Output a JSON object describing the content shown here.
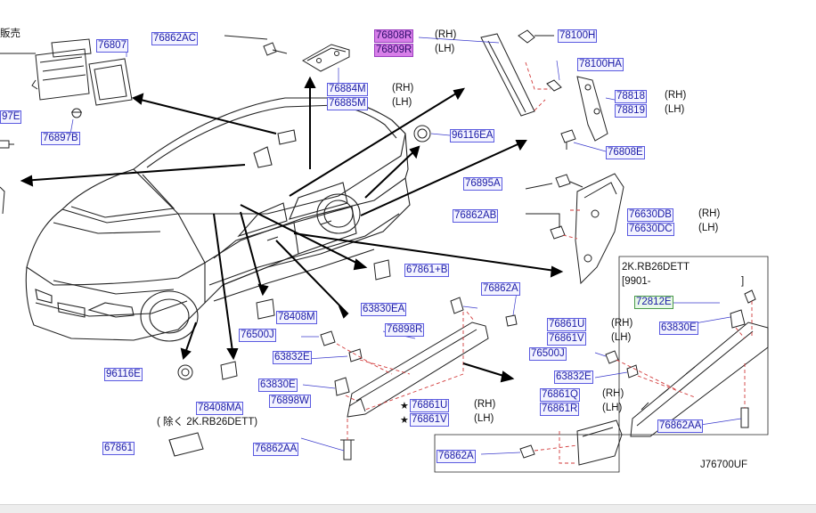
{
  "parts": {
    "p76807": "76807",
    "p76862AC": "76862AC",
    "p76808R": "76808R",
    "p76809R": "76809R",
    "p78100H": "78100H",
    "p78100HA": "78100HA",
    "p76884M": "76884M",
    "p76885M": "76885M",
    "p78818": "78818",
    "p78819": "78819",
    "p97E": "97E",
    "p76897B": "76897B",
    "p96116EA": "96116EA",
    "p76808E": "76808E",
    "p76895A": "76895A",
    "p76862AB": "76862AB",
    "p76630DB": "76630DB",
    "p76630DC": "76630DC",
    "p67861B": "67861+B",
    "p72812E": "72812E",
    "p63830EA": "63830EA",
    "p76862A_1": "76862A",
    "p78408M": "78408M",
    "p76861U_1": "76861U",
    "p76861V_1": "76861V",
    "p63830E_1": "63830E",
    "p76500J_1": "76500J",
    "p76898R": "76898R",
    "p76500J_2": "76500J",
    "p63832E_1": "63832E",
    "p63832E_2": "63832E",
    "p96116E": "96116E",
    "p63830E_2": "63830E",
    "p76861Q": "76861Q",
    "p76861R": "76861R",
    "p76898W": "76898W",
    "p78408MA": "78408MA",
    "p76861U_2": "76861U",
    "p76861V_2": "76861V",
    "p67861": "67861",
    "p76862AA_1": "76862AA",
    "p76862AA_2": "76862AA",
    "p76862A_2": "76862A"
  },
  "text": {
    "rh": "(RH)",
    "lh": "(LH)",
    "corner_jp": "販売",
    "engine_code": "2K.RB26DETT",
    "date_code": "[9901-",
    "date_close": "]",
    "exclude_note": "(  除く 2K.RB26DETT)",
    "star": "★",
    "diagram_id": "J76700UF"
  }
}
